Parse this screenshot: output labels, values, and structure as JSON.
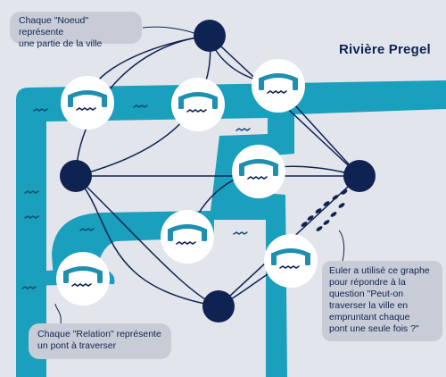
{
  "title": "Rivière Pregel",
  "callouts": {
    "noeud": "Chaque \"Noeud\" représente\nune partie de la ville",
    "relation": "Chaque \"Relation\" représente\nun pont à traverser",
    "euler": "Euler a utilisé ce graphe\npour répondre à la\nquestion \"Peut-on\ntraverser la ville en\nempruntant chaque\npont une seule fois ?\""
  },
  "graph": {
    "node_count": 4,
    "bridge_count": 7
  },
  "colors": {
    "background": "#e2e5ec",
    "river": "#1a9fbd",
    "river_dark": "#0d6f86",
    "navy": "#0f2352",
    "bridge": "#1e8fae",
    "callout": "#c8ccd6",
    "node": "#0f2352"
  },
  "icons": [
    "bridge-icon",
    "wave-icon",
    "footprints-icon"
  ]
}
